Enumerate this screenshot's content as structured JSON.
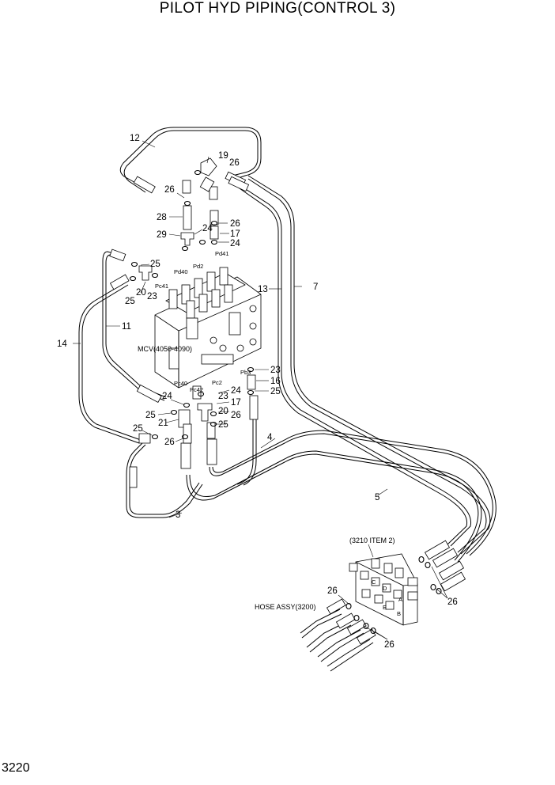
{
  "title": "PILOT HYD PIPING(CONTROL 3)",
  "page_number": "3220",
  "callouts": {
    "c12": "12",
    "c19": "19",
    "c26a": "26",
    "c26b": "26",
    "c28": "28",
    "c29": "29",
    "c24a": "24",
    "c26c": "26",
    "c17a": "17",
    "c24b": "24",
    "c25a": "25",
    "c20a": "20",
    "c25b": "25",
    "c23a": "23",
    "c13": "13",
    "c7": "7",
    "c11": "11",
    "c14": "14",
    "c23b": "23",
    "c16": "16",
    "c25c": "25",
    "c24c": "24",
    "c23c": "23",
    "c17b": "17",
    "c20b": "20",
    "c25d": "25",
    "c26d": "26",
    "c25e": "25",
    "c21": "21",
    "c25f": "25",
    "c26e": "26",
    "c4": "4",
    "c5": "5",
    "c3": "3",
    "c26f": "26",
    "c26g": "26",
    "c26h": "26"
  },
  "ports": {
    "pd40": "Pd40",
    "pd2": "Pd2",
    "pd41": "Pd41",
    "pc41": "Pc41",
    "pc40": "Pc40",
    "pc42": "Pc42",
    "pc2": "Pc2",
    "pb3": "Pb3",
    "a": "A",
    "b": "B",
    "c": "C",
    "d": "D",
    "e": "E"
  },
  "notes": {
    "mcv": "MCV(4050-4090)",
    "item": "(3210 ITEM 2)",
    "hose_assy": "HOSE ASSY(3200)"
  }
}
